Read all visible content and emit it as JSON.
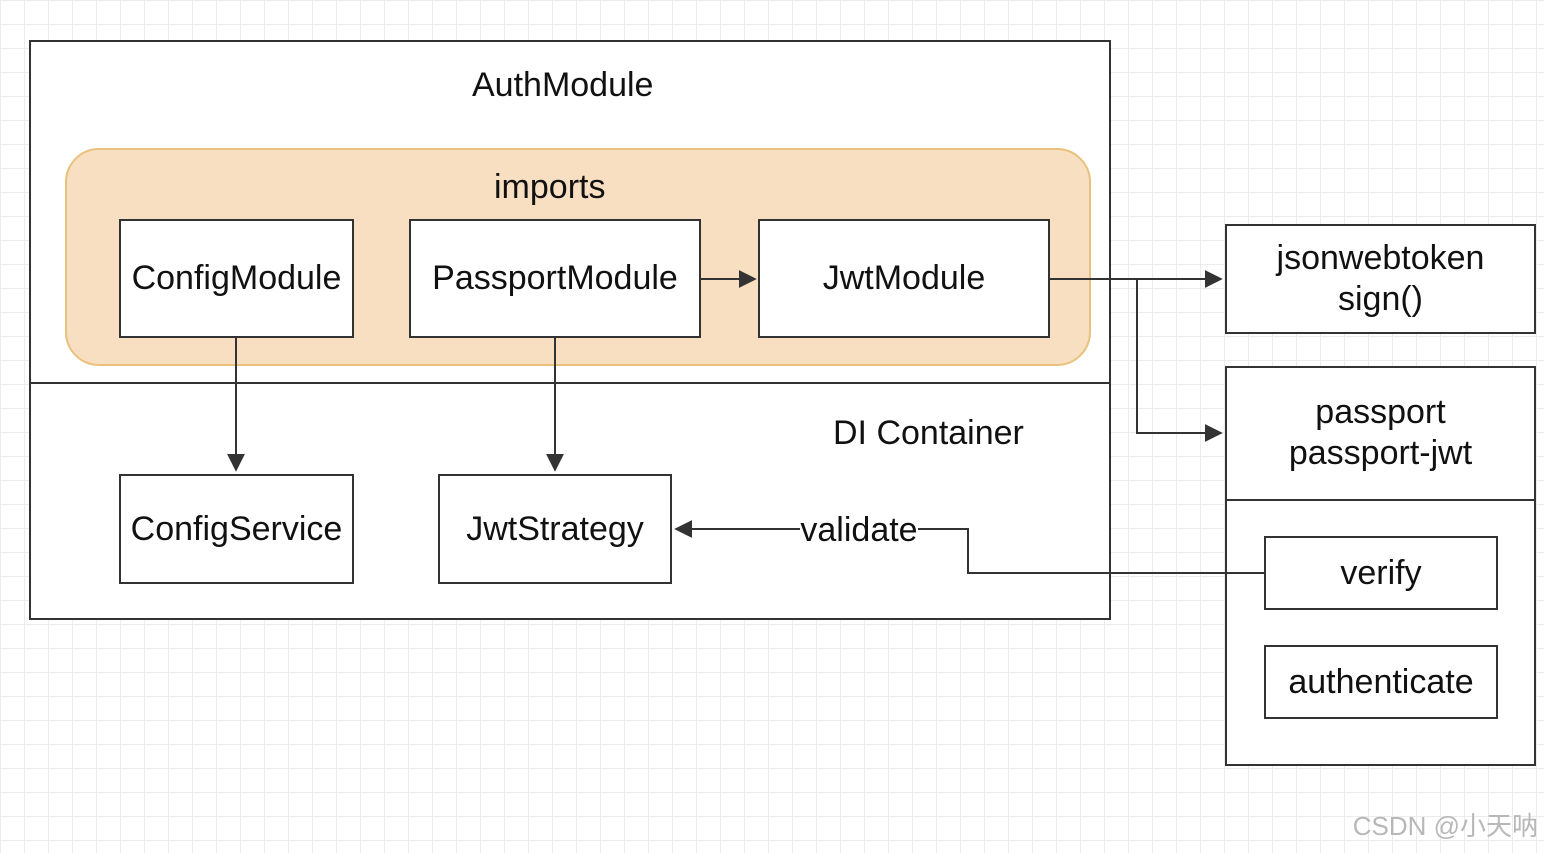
{
  "auth_module": {
    "title": "AuthModule",
    "imports_label": "imports",
    "di_container_label": "DI Container"
  },
  "modules": {
    "config": "ConfigModule",
    "passport": "PassportModule",
    "jwt": "JwtModule"
  },
  "providers": {
    "config_service": "ConfigService",
    "jwt_strategy": "JwtStrategy"
  },
  "external": {
    "jsonwebtoken": [
      "jsonwebtoken",
      "sign()"
    ],
    "passport": [
      "passport",
      "passport-jwt"
    ],
    "verify": "verify",
    "authenticate": "authenticate"
  },
  "edges": {
    "validate_label": "validate"
  },
  "watermark": "CSDN @小天呐",
  "colors": {
    "imports_fill": "#f9dfc1",
    "imports_border": "#e8c27c",
    "stroke": "#333333"
  }
}
